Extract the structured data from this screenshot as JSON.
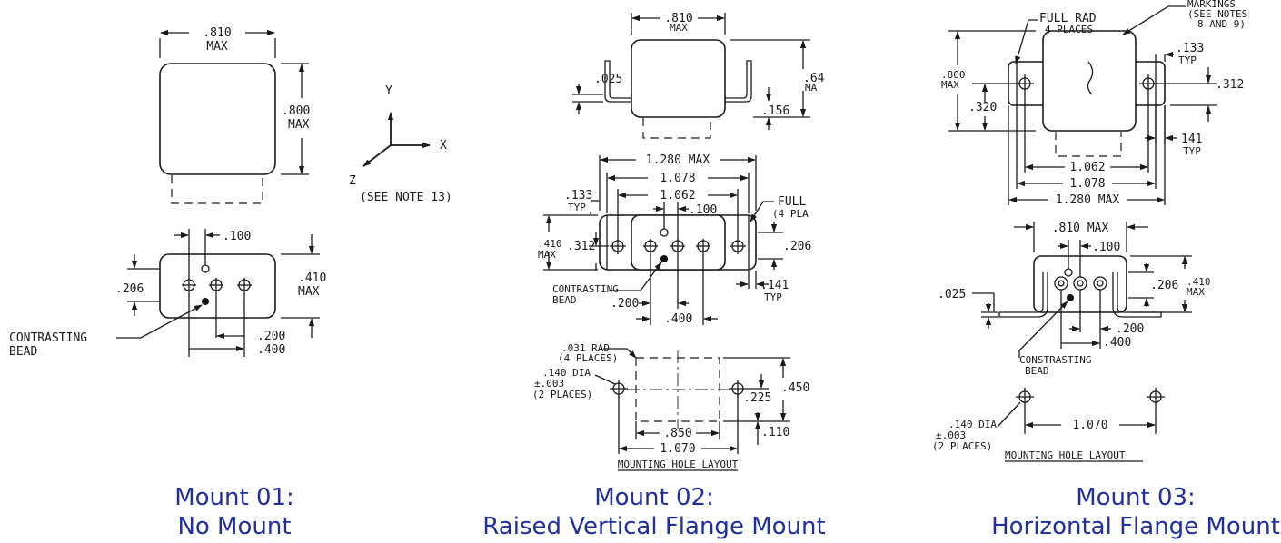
{
  "captions": [
    {
      "line1": "Mount 01:",
      "line2": "No Mount"
    },
    {
      "line1": "Mount 02:",
      "line2": "Raised Vertical Flange Mount"
    },
    {
      "line1": "Mount 03:",
      "line2": "Horizontal Flange Mount"
    }
  ],
  "mount01": {
    "width_dim": ".810",
    "max": "MAX",
    "height_dim": ".800",
    "pin_spacing": ".100",
    "pin_offset": ".206",
    "depth_dim": ".410",
    "pin_pitch": ".200",
    "pin_span": ".400",
    "bead_label_1": "CONTRASTING",
    "bead_label_2": "BEAD"
  },
  "axes": {
    "y": "Y",
    "x": "X",
    "z": "Z",
    "note": "(SEE NOTE 13)"
  },
  "mount02": {
    "width_dim": ".810",
    "max": "MAX",
    "flange_thickness": ".025",
    "height_dim": ".64",
    "height_max_cut": "MA",
    "flange_height": ".156",
    "overall_width": "1.280 MAX",
    "hole_spacing_outer": "1.078",
    "hole_spacing_inner": "1.062",
    "tab_width": ".133",
    "typ": "TYP",
    "pin_spacing": ".100",
    "full_rad": "FULL",
    "full_rad_places": "(4 PLA",
    "depth_dim": ".410",
    "hole_offset": ".312",
    "pin_offset": ".206",
    "tab_edge": ".141",
    "bead_label_1": "CONTRASTING",
    "bead_label_2": "BEAD",
    "pin_pitch": ".200",
    "pin_span": ".400",
    "corner_rad": ".031 RAD",
    "corner_places": "(4 PLACES)",
    "hole_dia": ".140 DIA",
    "hole_tol": "±.003",
    "hole_places": "(2 PLACES)",
    "layout_height": ".450",
    "layout_half": ".225",
    "layout_width": ".850",
    "layout_edge": ".110",
    "layout_span": "1.070",
    "layout_title": "MOUNTING HOLE LAYOUT"
  },
  "mount03": {
    "full_rad": "FULL RAD",
    "full_rad_places": "4 PLACES",
    "markings": "MARKINGS",
    "see_notes": "(SEE NOTES",
    "notes_numbers": "8 AND 9)",
    "height_dim": ".800",
    "max": "MAX",
    "tab_width": ".133",
    "typ": "TYP",
    "hole_offset_right": ".312",
    "hole_offset_left": ".320",
    "tab_edge": "141",
    "hole_spacing_inner": "1.062",
    "hole_spacing_outer": "1.078",
    "overall_width": "1.280 MAX",
    "width_dim": ".810 MAX",
    "pin_spacing": ".100",
    "flange_thickness": ".025",
    "pin_offset": ".206",
    "depth_dim": ".410",
    "pin_pitch": ".200",
    "pin_span": ".400",
    "bead_label_1": "CONSTRASTING",
    "bead_label_2": "BEAD",
    "hole_dia": ".140 DIA",
    "hole_tol": "±.003",
    "hole_places": "(2 PLACES)",
    "layout_span": "1.070",
    "layout_title": "MOUNTING HOLE LAYOUT"
  }
}
